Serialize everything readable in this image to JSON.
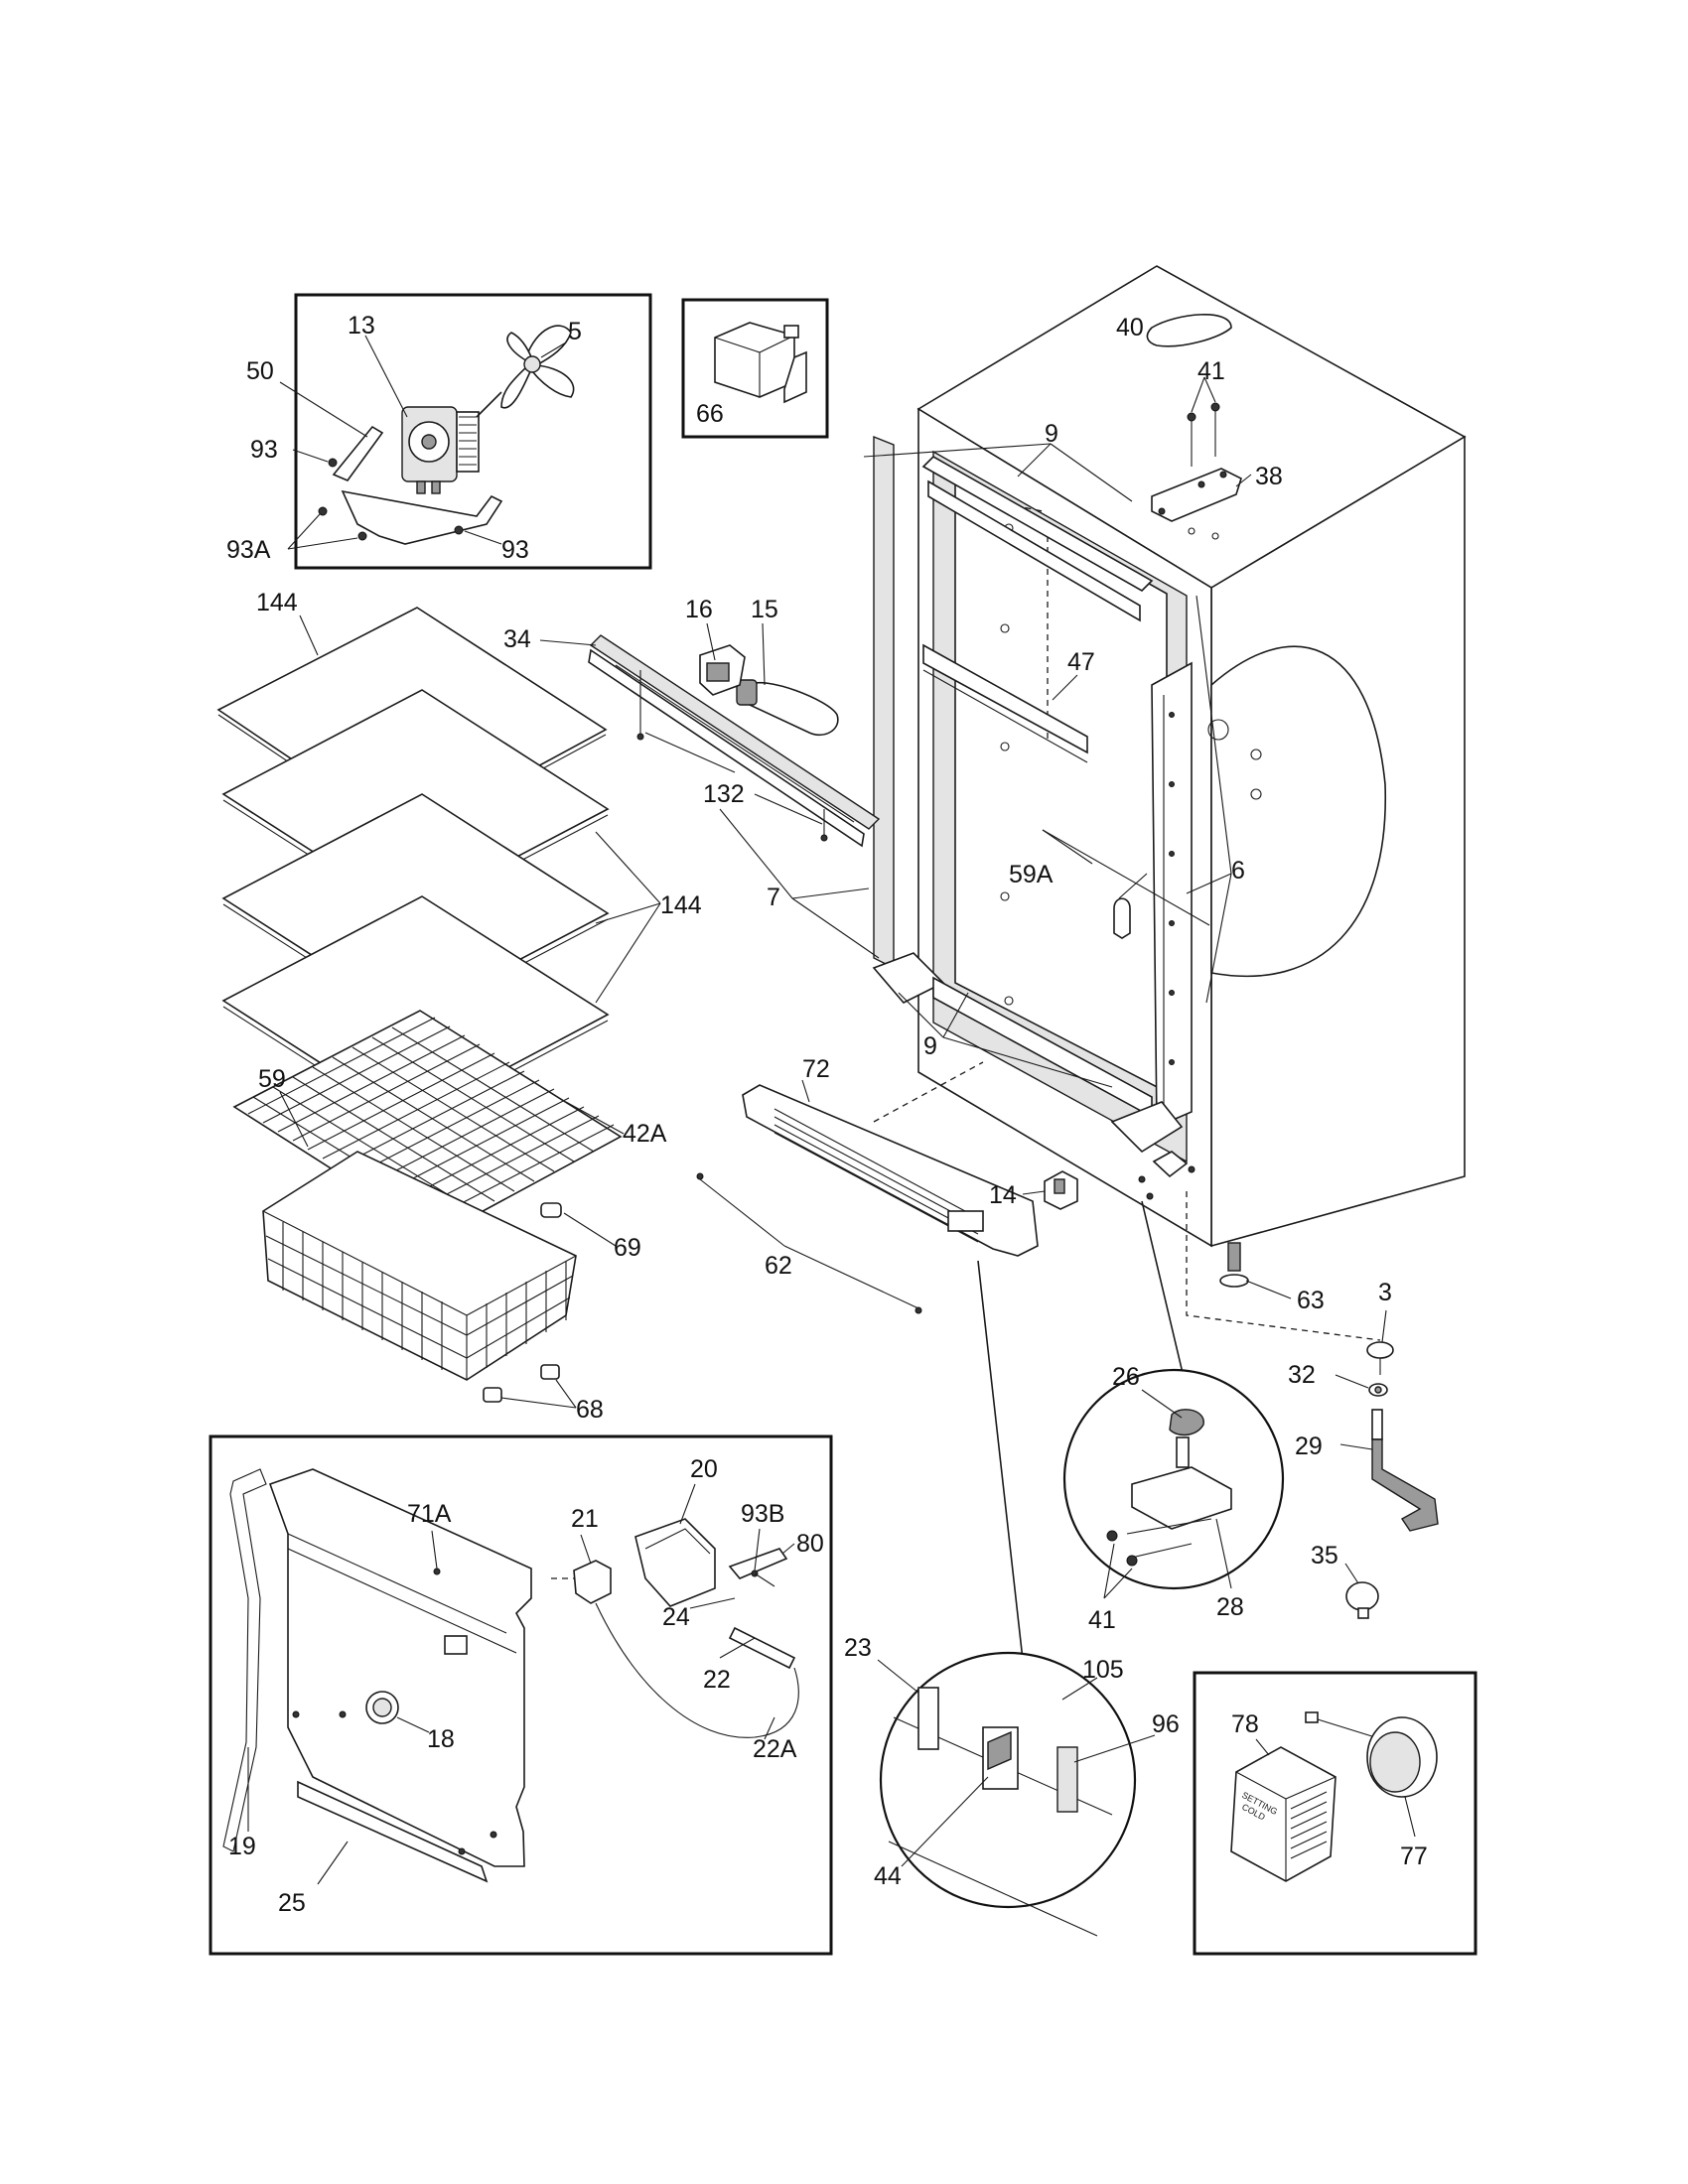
{
  "callouts": {
    "c13": "13",
    "c5": "5",
    "c50": "50",
    "c93a": "93",
    "c93b": "93",
    "c93A": "93A",
    "c66": "66",
    "c40": "40",
    "c41a": "41",
    "c38": "38",
    "c9a": "9",
    "c16": "16",
    "c15": "15",
    "c34": "34",
    "c144a": "144",
    "c47": "47",
    "c132": "132",
    "c59A": "59A",
    "c6": "6",
    "c7": "7",
    "c144b": "144",
    "c42A": "42A",
    "c59": "59",
    "c72": "72",
    "c9b": "9",
    "c14": "14",
    "c69": "69",
    "c62": "62",
    "c63": "63",
    "c3": "3",
    "c32": "32",
    "c26": "26",
    "c29": "29",
    "c68": "68",
    "c20": "20",
    "c71A": "71A",
    "c21": "21",
    "c93B": "93B",
    "c80": "80",
    "c24": "24",
    "c22": "22",
    "c18": "18",
    "c22A": "22A",
    "c19": "19",
    "c25": "25",
    "c35": "35",
    "c41b": "41",
    "c28": "28",
    "c23": "23",
    "c105": "105",
    "c96": "96",
    "c78": "78",
    "c44": "44",
    "c77": "77"
  },
  "icons": {
    "fan_blade": "fan-blade-icon",
    "relay": "relay-icon",
    "hinge": "hinge-icon",
    "shelf": "shelf-icon",
    "basket": "basket-icon",
    "grille": "grille-icon",
    "switch": "switch-icon",
    "leveler": "leveler-icon",
    "thermostat": "thermostat-icon",
    "light_bulb": "light-bulb-icon",
    "wrench": "wrench-icon",
    "cabinet": "cabinet-icon"
  }
}
